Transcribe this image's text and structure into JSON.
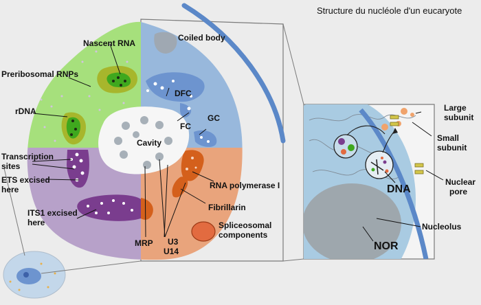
{
  "title": "Structure du nucléole d'un eucaryote",
  "labels": {
    "coiled_body": "Coiled body",
    "nascent_rna": "Nascent RNA",
    "preribosomal_rnps": "Preribosomal RNPs",
    "dfc": "DFC",
    "gc": "GC",
    "fc": "FC",
    "rdna": "rDNA",
    "cavity": "Cavity",
    "transcription_sites_1": "Transcription",
    "transcription_sites_2": "sites",
    "ets_1": "ETS excised",
    "ets_2": "here",
    "rna_polymerase": "RNA polymerase I",
    "fibrillarin": "Fibrillarin",
    "spliceosomal_1": "Spliceosomal",
    "spliceosomal_2": "components",
    "its1_1": "ITS1 excised",
    "its1_2": "here",
    "mrp": "MRP",
    "u3": "U3",
    "u14": "U14",
    "large_subunit_1": "Large",
    "large_subunit_2": "subunit",
    "small_subunit_1": "Small",
    "small_subunit_2": "subunit",
    "nuclear_pore_1": "Nuclear",
    "nuclear_pore_2": "pore",
    "dna": "DNA",
    "nucleolus": "Nucleolus",
    "nor": "NOR"
  },
  "colors": {
    "background": "#ececec",
    "green_region": "#a6e07c",
    "blue_region": "#98b8dc",
    "purple_region": "#b7a1c9",
    "orange_region": "#e9a47c",
    "cavity": "#f6f6f6",
    "nucleolus": "#a9cbe2",
    "nor": "#9ea7ad",
    "membrane": "#5b88c8",
    "dark_purple": "#7a3d8e",
    "dark_orange": "#d4601c",
    "olive": "#a7b62c",
    "bright_green": "#3fa81e"
  }
}
